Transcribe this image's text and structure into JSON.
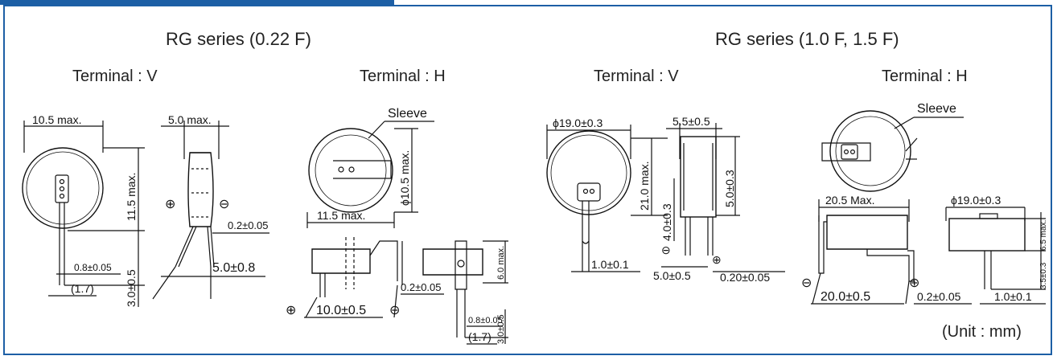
{
  "colors": {
    "frame": "#1d5fa5",
    "line": "#111111",
    "body_fill": "#ffffff"
  },
  "sections": {
    "left_title": "RG series (0.22 F)",
    "right_title": "RG series (1.0 F, 1.5 F)"
  },
  "terminals": {
    "l_v": "Terminal : V",
    "l_h": "Terminal : H",
    "r_v": "Terminal : V",
    "r_h": "Terminal : H"
  },
  "dims": {
    "d1": "10.5 max.",
    "d2": "11.5 max.",
    "d3": "0.8±0.05",
    "d4": "(1.7)",
    "d5": "3.0±0.5",
    "d6": "5.0 max.",
    "d7": "0.2±0.05",
    "d8": "5.0±0.8",
    "d9": "Sleeve",
    "d10": "ϕ10.5 max.",
    "d11": "11.5 max.",
    "d12": "10.0±0.5",
    "d13": "0.2±0.05",
    "d14": "6.0 max.",
    "d15": "0.8±0.05",
    "d16": "(1.7)",
    "d17": "3.0±0.5",
    "d18": "ϕ19.0±0.3",
    "d19": "5.5±0.5",
    "d20": "21.0 max.",
    "d21": "5.0±0.3",
    "d22": "4.0±0.3",
    "d23": "1.0±0.1",
    "d24": "5.0±0.5",
    "d25": "0.20±0.05",
    "d26": "Sleeve",
    "d27": "20.5 Max.",
    "d28": "ϕ19.0±0.3",
    "d29": "6.5 max.",
    "d30": "3.5±0.3",
    "d31": "20.0±0.5",
    "d32": "0.2±0.05",
    "d33": "1.0±0.1"
  },
  "polarity": {
    "plus": "⊕",
    "minus": "⊖"
  },
  "unit_note": "(Unit : mm)"
}
